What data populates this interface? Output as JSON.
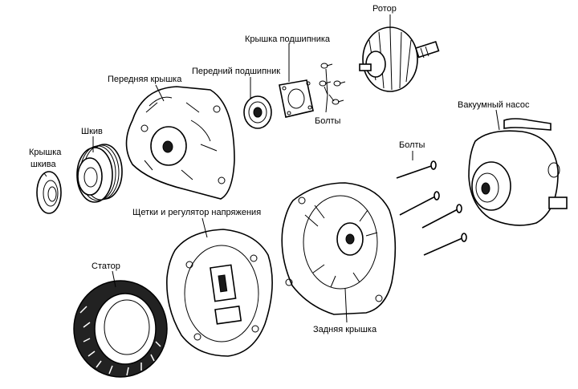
{
  "labels": {
    "rotor": "Ротор",
    "bearing_cover": "Крышка подшипника",
    "front_bearing": "Передний подшипник",
    "front_cover": "Передняя крышка",
    "pulley": "Шкив",
    "pulley_cover_line1": "Крышка",
    "pulley_cover_line2": "шкива",
    "bolts_top": "Болты",
    "vacuum_pump": "Вакуумный насос",
    "bolts_right": "Болты",
    "brushes_regulator": "Щетки и регулятор напряжения",
    "stator": "Статор",
    "rear_cover": "Задняя крышка"
  }
}
